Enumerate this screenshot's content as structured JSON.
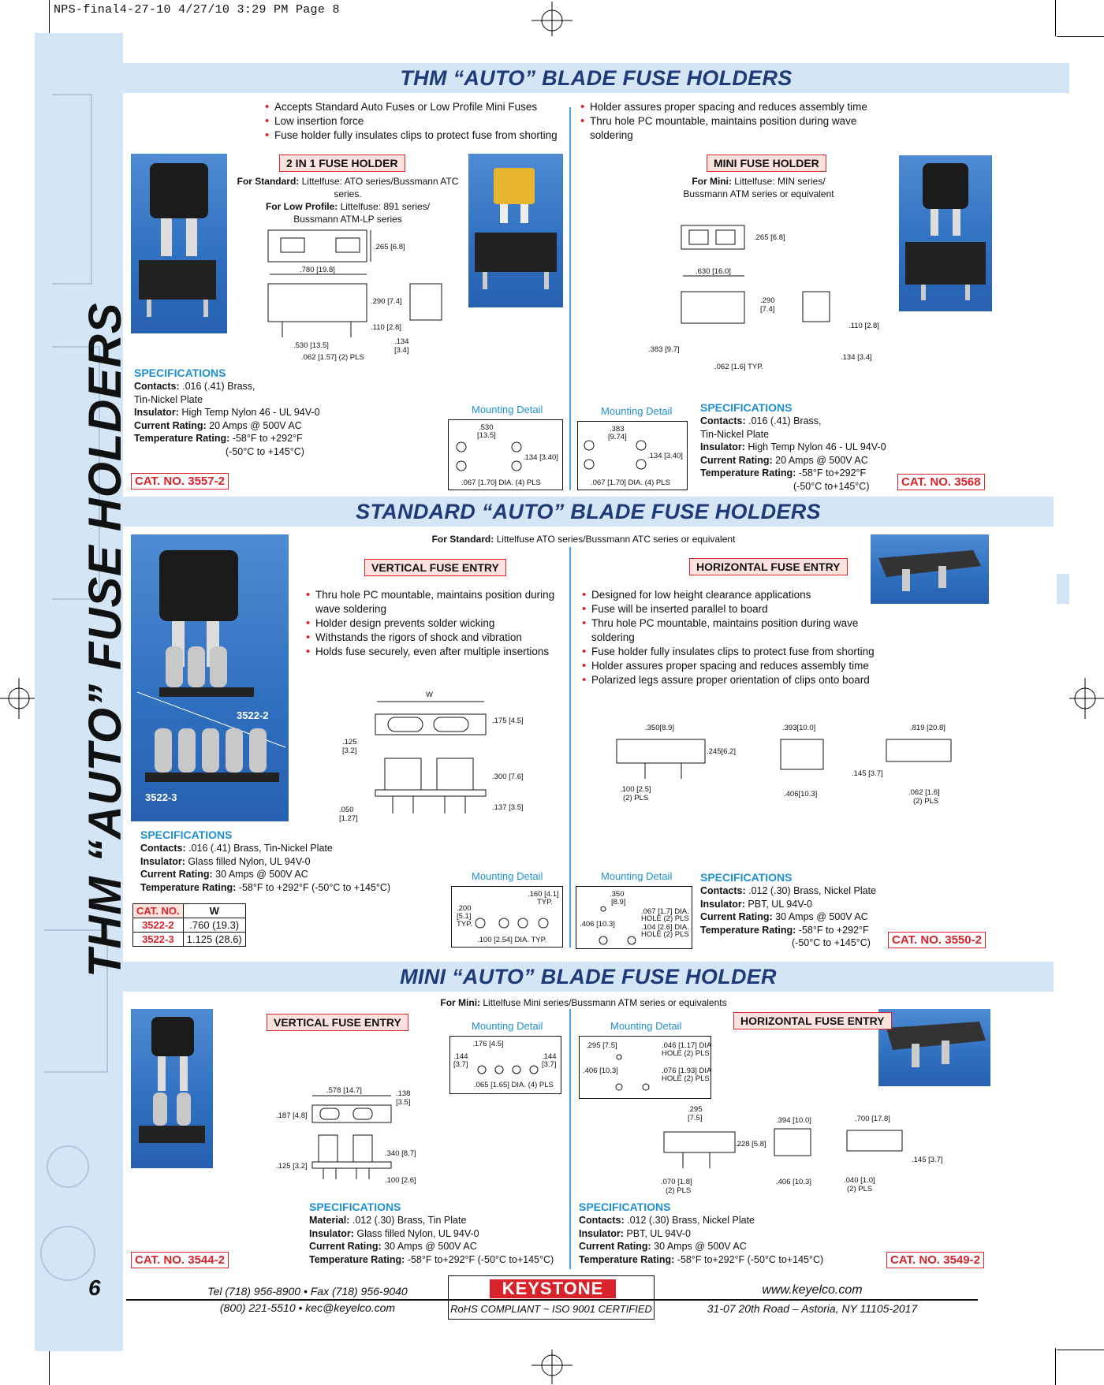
{
  "slug": "NPS-final4-27-10  4/27/10  3:29 PM  Page 8",
  "vertical_title": "THM “AUTO” FUSE HOLDERS",
  "page_number": "6",
  "sections": {
    "thm": {
      "title": "THM “AUTO” BLADE FUSE HOLDERS",
      "bullets_left": [
        "Accepts Standard Auto Fuses or Low Profile Mini Fuses",
        "Low insertion force",
        "Fuse holder fully insulates clips to protect fuse from shorting"
      ],
      "bullets_right": [
        "Holder assures proper spacing and reduces assembly time",
        "Thru hole PC mountable, maintains position during wave soldering"
      ],
      "left": {
        "label": "2 IN 1 FUSE HOLDER",
        "note1_b": "For Standard:",
        "note1": " Littelfuse: ATO series/Bussmann ATC series.",
        "note2_b": "For Low Profile:",
        "note2": " Littelfuse: 891 series/",
        "note3": "Bussmann ATM-LP series",
        "dims": {
          "d1": ".265 [6.8]",
          "d2": ".780 [19.8]",
          "d3": ".290 [7.4]",
          "d4": ".110 [2.8]",
          "d5": ".530 [13.5]",
          "d6": ".134",
          "d6b": "[3.4]",
          "d7": ".062 [1.57] (2) PLS"
        },
        "spec_title": "SPECIFICATIONS",
        "spec": [
          {
            "k": "Contacts:",
            "v": " .016 (.41) Brass,"
          },
          {
            "k": "",
            "v": "Tin-Nickel Plate"
          },
          {
            "k": "Insulator:",
            "v": " High Temp Nylon 46 - UL 94V-0"
          },
          {
            "k": "Current Rating:",
            "v": " 20 Amps @ 500V AC"
          },
          {
            "k": "Temperature Rating:",
            "v": " -58°F to +292°F"
          },
          {
            "k": "",
            "v": "(-50°C to +145°C)"
          }
        ],
        "cat": "CAT. NO. 3557-2",
        "mount_title": "Mounting Detail",
        "mount": {
          "a": ".530",
          "b": "[13.5]",
          "c": ".134 [3.40]",
          "d": ".067 [1.70] DIA. (4) PLS"
        }
      },
      "right": {
        "label": "MINI FUSE HOLDER",
        "note1_b": "For Mini:",
        "note1": " Littelfuse: MIN series/",
        "note2": "Bussmann ATM series or equivalent",
        "dims": {
          "d1": ".265 [6.8]",
          "d2": ".630 [16.0]",
          "d3": ".290",
          "d3b": "[7.4]",
          "d4": ".110 [2.8]",
          "d5": ".383 [9.7]",
          "d6": ".134 [3.4]",
          "d7": ".062 [1.6] TYP."
        },
        "spec_title": "SPECIFICATIONS",
        "spec": [
          {
            "k": "Contacts:",
            "v": " .016 (.41) Brass,"
          },
          {
            "k": "",
            "v": "Tin-Nickel Plate"
          },
          {
            "k": "Insulator:",
            "v": " High Temp Nylon 46 - UL 94V-0"
          },
          {
            "k": "Current Rating:",
            "v": " 20 Amps @ 500V AC"
          },
          {
            "k": "Temperature Rating:",
            "v": " -58°F to+292°F"
          },
          {
            "k": "",
            "v": "(-50°C to+145°C)"
          }
        ],
        "cat": "CAT. NO. 3568",
        "mount_title": "Mounting Detail",
        "mount": {
          "a": ".383",
          "b": "[9.74]",
          "c": ".134 [3.40]",
          "d": ".067 [1.70] DIA. (4) PLS"
        }
      }
    },
    "standard": {
      "title": "STANDARD “AUTO” BLADE FUSE HOLDERS",
      "note_b": "For Standard:",
      "note": " Littelfuse ATO series/Bussmann ATC series or equivalent",
      "photo_labels": [
        "3522-2",
        "3522-3"
      ],
      "left": {
        "label": "VERTICAL FUSE ENTRY",
        "bullets": [
          "Thru hole PC mountable, maintains position during wave soldering",
          "Holder design prevents solder wicking",
          "Withstands the rigors of shock and vibration",
          "Holds fuse securely, even after multiple insertions"
        ],
        "dims": {
          "w": "W",
          "d1": ".175 [4.5]",
          "d2": ".125",
          "d2b": "[3.2]",
          "d3": ".300 [7.6]",
          "d4": ".050",
          "d4b": "[1.27]",
          "d5": ".137 [3.5]"
        },
        "spec_title": "SPECIFICATIONS",
        "spec": [
          {
            "k": "Contacts:",
            "v": " .016 (.41) Brass, Tin-Nickel Plate"
          },
          {
            "k": "Insulator:",
            "v": " Glass filled Nylon, UL 94V-0"
          },
          {
            "k": "Current Rating:",
            "v": " 30 Amps @ 500V AC"
          },
          {
            "k": "Temperature Rating:",
            "v": " -58°F to +292°F (-50°C to +145°C)"
          }
        ],
        "table": {
          "h1": "CAT. NO.",
          "h2": "W",
          "rows": [
            {
              "c": "3522-2",
              "w": ".760 (19.3)"
            },
            {
              "c": "3522-3",
              "w": "1.125 (28.6)"
            }
          ]
        },
        "mount_title": "Mounting Detail",
        "mount": {
          "a": ".160 [4.1]",
          "a2": "TYP.",
          "b": ".200",
          "b2": "[5.1]",
          "b3": "TYP.",
          "c": ".100 [2.54] DIA. TYP."
        }
      },
      "right": {
        "label": "HORIZONTAL FUSE ENTRY",
        "bullets": [
          "Designed for low height clearance applications",
          "Fuse will be inserted parallel to board",
          "Thru hole PC mountable, maintains position during wave soldering",
          "Fuse holder fully insulates clips to protect fuse from shorting",
          "Holder assures proper spacing and reduces assembly time",
          "Polarized legs assure proper orientation of clips onto board"
        ],
        "dims": {
          "d1": ".350[8.9]",
          "d2": ".245[6.2]",
          "d3": ".100 [2.5]",
          "d3b": "(2) PLS",
          "d4": ".393[10.0]",
          "d5": ".406[10.3]",
          "d6": ".819 [20.8]",
          "d7": ".145 [3.7]",
          "d8": ".062 [1.6]",
          "d8b": "(2) PLS"
        },
        "spec_title": "SPECIFICATIONS",
        "spec": [
          {
            "k": "Contacts:",
            "v": " .012 (.30) Brass, Nickel Plate"
          },
          {
            "k": "Insulator:",
            "v": " PBT, UL 94V-0"
          },
          {
            "k": "Current Rating:",
            "v": " 30 Amps @ 500V AC"
          },
          {
            "k": "Temperature Rating:",
            "v": " -58°F to +292°F"
          },
          {
            "k": "",
            "v": "(-50°C to +145°C)"
          }
        ],
        "cat": "CAT. NO. 3550-2",
        "mount_title": "Mounting Detail",
        "mount": {
          "a": ".350",
          "a2": "[8.9]",
          "b": ".067 [1.7] DIA.",
          "b2": "HOLE (2) PLS",
          "c": ".406 [10.3]",
          "d": ".104 [2.6] DIA.",
          "d2": "HOLE (2) PLS"
        }
      }
    },
    "mini": {
      "title": "MINI “AUTO” BLADE FUSE HOLDER",
      "note_b": "For Mini:",
      "note": " Littelfuse Mini series/Bussmann ATM series or equivalents",
      "left": {
        "label": "VERTICAL FUSE ENTRY",
        "dims": {
          "d1": ".578 [14.7]",
          "d2": ".138",
          "d2b": "[3.5]",
          "d3": ".187 [4.8]",
          "d4": ".340 [8.7]",
          "d5": ".125 [3.2]",
          "d6": ".100 [2.6]"
        },
        "spec_title": "SPECIFICATIONS",
        "spec": [
          {
            "k": "Material:",
            "v": " .012 (.30) Brass, Tin Plate"
          },
          {
            "k": "Insulator:",
            "v": " Glass filled Nylon, UL 94V-0"
          },
          {
            "k": "Current Rating:",
            "v": " 30 Amps @ 500V AC"
          },
          {
            "k": "Temperature Rating:",
            "v": " -58°F to+292°F (-50°C to+145°C)"
          }
        ],
        "cat": "CAT. NO. 3544-2",
        "mount_title": "Mounting Detail",
        "mount": {
          "a": ".176 [4.5]",
          "b": ".144",
          "b2": "[3.7]",
          "c": ".144",
          "c2": "[3.7]",
          "d": ".065 [1.65] DIA. (4) PLS"
        }
      },
      "right": {
        "label": "HORIZONTAL FUSE ENTRY",
        "dims": {
          "d1": ".295",
          "d1b": "[7.5]",
          "d2": ".228 [5.8]",
          "d3": ".070 [1.8]",
          "d3b": "(2) PLS",
          "d4": ".394 [10.0]",
          "d5": ".406 [10.3]",
          "d6": ".700 [17.8]",
          "d7": ".145 [3.7]",
          "d8": ".040 [1.0]",
          "d8b": "(2) PLS"
        },
        "spec_title": "SPECIFICATIONS",
        "spec": [
          {
            "k": "Contacts:",
            "v": " .012 (.30) Brass, Nickel Plate"
          },
          {
            "k": "Insulator:",
            "v": " PBT, UL 94V-0"
          },
          {
            "k": "Current Rating:",
            "v": " 30 Amps @ 500V AC"
          },
          {
            "k": "Temperature Rating:",
            "v": " -58°F to+292°F (-50°C to+145°C)"
          }
        ],
        "cat": "CAT. NO. 3549-2",
        "mount_title": "Mounting Detail",
        "mount": {
          "a": ".295 [7.5]",
          "b": ".046 [1.17] DIA.",
          "b2": "HOLE (2) PLS",
          "c": ".406 [10.3]",
          "d": ".076 [1.93] DIA.",
          "d2": "HOLE (2) PLS"
        }
      }
    }
  },
  "footer": {
    "tel": "Tel (718) 956-8900  •  Fax (718) 956-9040",
    "phone2": "(800) 221-5510  •  kec@keyelco.com",
    "logo": "KEYSTONE",
    "rohs": "RoHS COMPLIANT  ~  ISO 9001 CERTIFIED",
    "web": "www.keyelco.com",
    "address": "31-07 20th Road – Astoria, NY  11105-2017"
  },
  "colors": {
    "band": "#d4e6f6",
    "title": "#1f3a78",
    "accent_red": "#d8232a",
    "spec_blue": "#1e8fd0"
  }
}
